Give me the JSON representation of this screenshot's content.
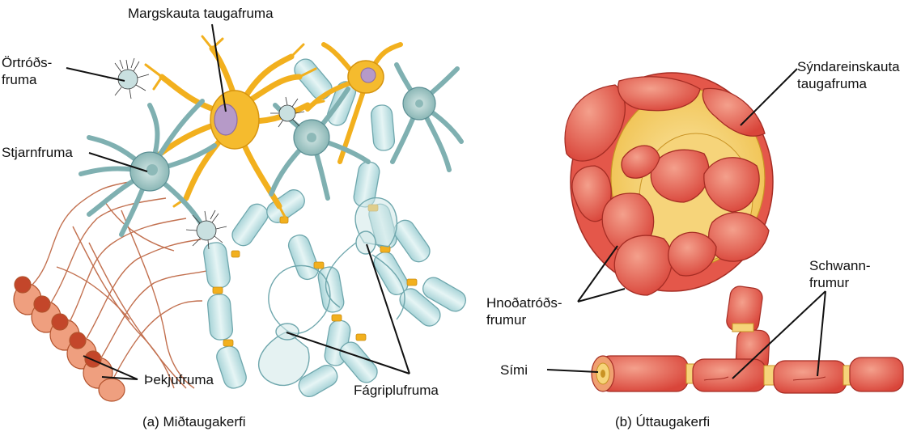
{
  "panel_a": {
    "caption": "(a) Miðtaugakerfi",
    "labels": {
      "multipolar_neuron": "Margskauta taugafruma",
      "oligodendrocyte": "Örtróðs-\nfruma",
      "astrocyte": "Stjarnfruma",
      "ependymal": "Þekjufruma",
      "microglia": "Fágriplufruma"
    }
  },
  "panel_b": {
    "caption": "(b) Úttaugakerfi",
    "labels": {
      "unipolar_neuron": "Sýndareinskauta\ntaugafruma",
      "satellite_cells": "Hnoðatróðs-\nfrumur",
      "schwann_cells": "Schwann-\nfrumur",
      "axon": "Sími"
    }
  },
  "colors": {
    "neuron_yellow": "#f2b01e",
    "neuron_body_purple": "#b69ac8",
    "glia_teal": "#9cc7c7",
    "myelin_blue": "#bfe3e6",
    "ependymal_orange": "#ef9f7f",
    "satellite_red": "#e4574a",
    "satellite_yellow": "#f6d47a"
  }
}
